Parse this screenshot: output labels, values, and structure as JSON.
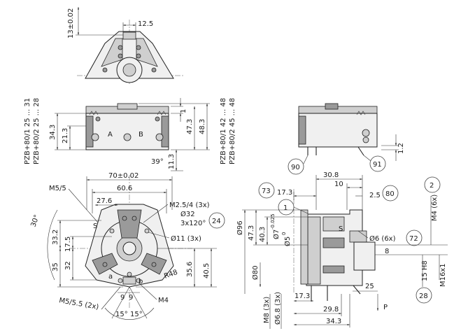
{
  "top_view": {
    "dims": {
      "width": "12.5",
      "height": "13±0.02"
    }
  },
  "side_left": {
    "model_labels": [
      "PZB+80/1 25 ... 31",
      "PZB+80/2 25 ... 28"
    ],
    "markers": [
      "A",
      "B"
    ],
    "dims": {
      "d1": "34.3",
      "d2": "21.3",
      "d3": "1",
      "d4": "47.3",
      "d5": "48.3",
      "d6": "11.3",
      "angle": "39°"
    }
  },
  "side_right": {
    "model_labels": [
      "PZB+80/1 42 ... 48",
      "PZB+80/2 45 ... 48"
    ],
    "dims": {
      "d1": "1.2"
    },
    "callouts": [
      "90",
      "91"
    ]
  },
  "front_view": {
    "dims": {
      "width": "70±0.02",
      "inner": "60.6",
      "small": "27.6",
      "thread": "M5/5",
      "angle": "30°",
      "v1": "33.2",
      "v2": "17.5",
      "v3": "35",
      "v4": "32",
      "v5": "35.6",
      "v6": "40.5",
      "radius": "R48",
      "pin_a": "9",
      "pin_b": "9",
      "thread2": "M5/5.5 (2x)",
      "ang1": "15°",
      "ang2": "15°",
      "m4": "M4"
    },
    "notes": [
      "M2.5/4 (3x)",
      "Ø32",
      "3x120°",
      "Ø11 (3x)"
    ],
    "callouts": [
      "24"
    ],
    "markers": [
      "S",
      "a",
      "b"
    ]
  },
  "section_view": {
    "dims": {
      "top1": "30.8",
      "top2": "10",
      "top3": "17.3",
      "top4": "2.5",
      "d96": "Ø96",
      "d473": "47.3",
      "d403": "40.3",
      "d7": "Ø7",
      "d7tol": "-0.025",
      "d5": "Ø5",
      "d5tol": "0",
      "d80": "Ø80",
      "m8": "M8 (3x)",
      "d68": "Ø6.8 (3x)",
      "b173": "17.3",
      "b298": "29.8",
      "b343": "34.3",
      "b25": "25",
      "d6": "Ø6 (6x)",
      "n8": "8",
      "h15": "15 H8",
      "m16": "M16x1",
      "m4": "M4 (6x)",
      "p": "P"
    },
    "callouts": [
      "73",
      "80",
      "1",
      "72",
      "2",
      "28"
    ],
    "markers": [
      "S"
    ]
  },
  "colors": {
    "line": "#222222",
    "fill": "#f0f0f0",
    "shade": "#cfcfcf"
  }
}
